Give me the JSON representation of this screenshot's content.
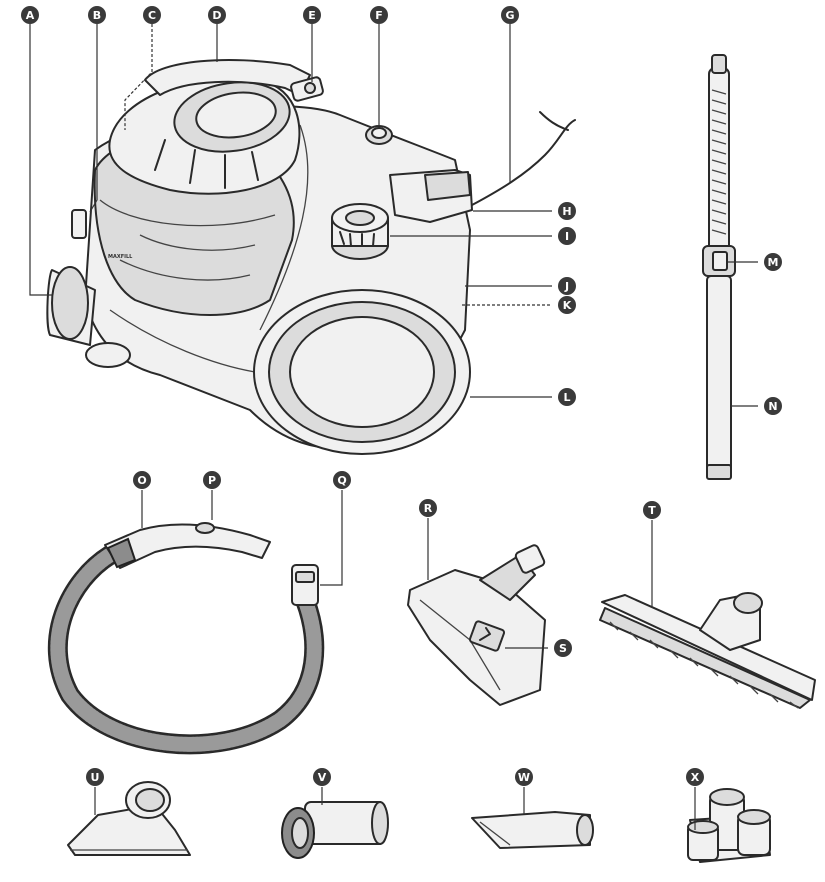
{
  "callouts": [
    "A",
    "B",
    "C",
    "D",
    "E",
    "F",
    "G",
    "H",
    "I",
    "J",
    "K",
    "L",
    "M",
    "N",
    "O",
    "P",
    "Q",
    "R",
    "S",
    "T",
    "U",
    "V",
    "W",
    "X"
  ],
  "body_brand": "MAXFILL"
}
